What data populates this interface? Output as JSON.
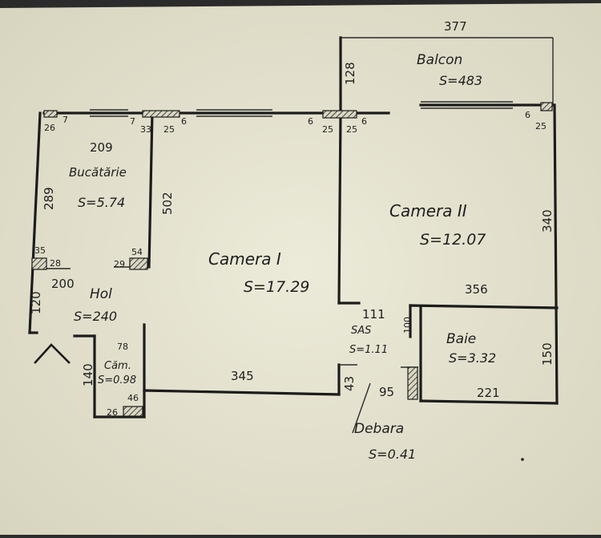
{
  "plan": {
    "paper_color": "#e6e4d2",
    "ink_color": "#1c1c1c",
    "rooms": {
      "balcon": {
        "name": "Balcon",
        "area": "S=483"
      },
      "camera2": {
        "name": "Camera II",
        "area": "S=12.07"
      },
      "camera1": {
        "name": "Camera I",
        "area": "S=17.29"
      },
      "bucatarie": {
        "name": "Bucătărie",
        "area": "S=5.74"
      },
      "hol": {
        "name": "Hol",
        "area": "S=240"
      },
      "camara": {
        "name": "Căm.",
        "area": "S=0.98"
      },
      "sas": {
        "name": "SAS",
        "area": "S=1.11"
      },
      "baie": {
        "name": "Baie",
        "area": "S=3.32"
      },
      "debara": {
        "name": "Debara",
        "area": "S=0.41"
      }
    },
    "dimensions": {
      "d377": "377",
      "d128": "128",
      "d340": "340",
      "d356": "356",
      "d150": "150",
      "d221": "221",
      "d95": "95",
      "d43": "43",
      "d100": "100",
      "d111": "111",
      "d345": "345",
      "d502": "502",
      "d209": "209",
      "d289": "289",
      "d200": "200",
      "d120": "120",
      "d78": "78",
      "d140": "140",
      "d46": "46",
      "d26b": "26",
      "d35": "35",
      "d28": "28",
      "d54": "54",
      "d29": "29",
      "d26a": "26",
      "d7a": "7",
      "d7b": "7",
      "d33": "33",
      "d6a": "6",
      "d25a": "25",
      "d6b": "6",
      "d25b": "25",
      "d25c": "25",
      "d6c": "6",
      "d6d": "6",
      "d25d": "25"
    }
  }
}
